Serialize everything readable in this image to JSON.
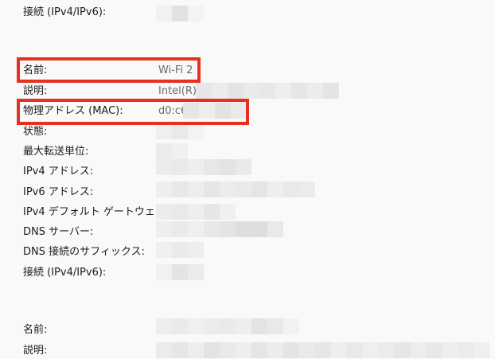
{
  "group1": {
    "connection_label": "接続 (IPv4/IPv6):"
  },
  "group2": {
    "name_label": "名前:",
    "name_value": "Wi-Fi 2",
    "description_label": "説明:",
    "description_value": "Intel(R)",
    "mac_label": "物理アドレス (MAC):",
    "mac_value": "d0:c6",
    "status_label": "状態:",
    "mtu_label": "最大転送単位:",
    "ipv4_label": "IPv4 アドレス:",
    "ipv6_label": "IPv6 アドレス:",
    "gateway_label": "IPv4 デフォルト ゲートウェイ:",
    "dns_label": "DNS サーバー:",
    "dns_suffix_label": "DNS 接続のサフィックス:",
    "connection_label": "接続 (IPv4/IPv6):"
  },
  "group3": {
    "name_label": "名前:",
    "description_label": "説明:"
  },
  "colors": {
    "highlight": "#e8301e",
    "background": "#f9f9f9"
  }
}
